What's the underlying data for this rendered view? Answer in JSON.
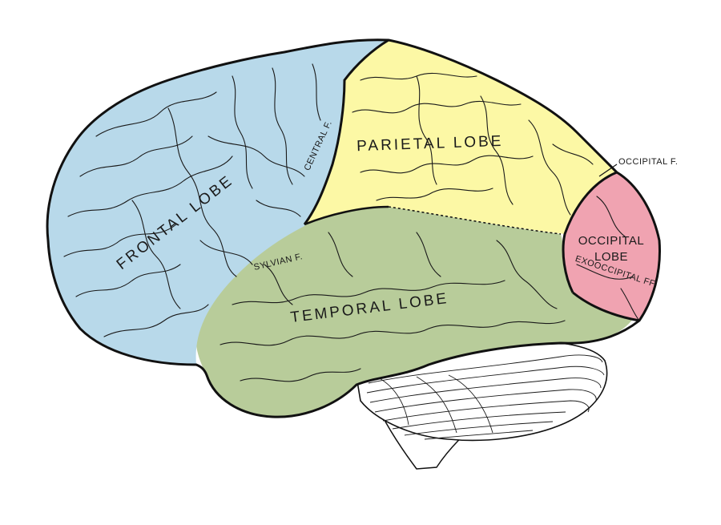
{
  "diagram": {
    "lobes": [
      {
        "id": "frontal",
        "label": "FRONTAL LOBE",
        "color": "#b8d9ea"
      },
      {
        "id": "parietal",
        "label": "PARIETAL LOBE",
        "color": "#fcf8a5"
      },
      {
        "id": "temporal",
        "label": "TEMPORAL LOBE",
        "color": "#b8cc9a"
      },
      {
        "id": "occipital",
        "label_line1": "OCCIPITAL",
        "label_line2": "LOBE",
        "color": "#f0a3b1"
      }
    ],
    "fissures": {
      "central": "CENTRAL F.",
      "sylvian": "SYLVIAN F.",
      "occipital": "OCCIPITAL F.",
      "exooccipital": "EXOOCCIPITAL FF."
    },
    "colors": {
      "outline": "#111111",
      "background": "#ffffff",
      "cerebellum": "#ffffff"
    }
  }
}
